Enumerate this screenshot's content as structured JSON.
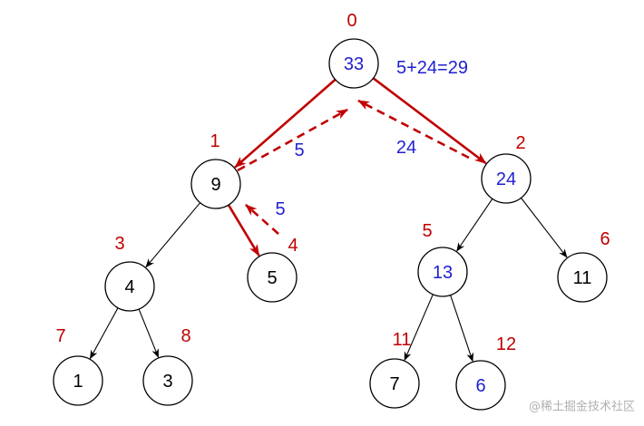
{
  "colors": {
    "index_label": "#c00000",
    "updated_value": "#1f1fd0",
    "plain_value": "#000000",
    "path": "#c00000",
    "edge": "#000000",
    "watermark": "#b0b0b0"
  },
  "nodes": [
    {
      "id": "n0",
      "value": "33",
      "index": "0",
      "updated": true
    },
    {
      "id": "n1",
      "value": "9",
      "index": "1",
      "updated": false
    },
    {
      "id": "n2",
      "value": "24",
      "index": "2",
      "updated": true
    },
    {
      "id": "n3",
      "value": "4",
      "index": "3",
      "updated": false
    },
    {
      "id": "n4",
      "value": "5",
      "index": "4",
      "updated": false
    },
    {
      "id": "n5",
      "value": "13",
      "index": "5",
      "updated": true
    },
    {
      "id": "n6",
      "value": "11",
      "index": "6",
      "updated": false
    },
    {
      "id": "n7",
      "value": "1",
      "index": "7",
      "updated": false
    },
    {
      "id": "n8",
      "value": "3",
      "index": "8",
      "updated": false
    },
    {
      "id": "n11",
      "value": "7",
      "index": "11",
      "updated": false
    },
    {
      "id": "n12",
      "value": "6",
      "index": "12",
      "updated": true
    }
  ],
  "edges": [
    {
      "from": "n0",
      "to": "n1",
      "style": "path-solid"
    },
    {
      "from": "n0",
      "to": "n2",
      "style": "path-solid"
    },
    {
      "from": "n1",
      "to": "n4",
      "style": "path-solid"
    },
    {
      "from": "n1",
      "to": "n3",
      "style": "plain"
    },
    {
      "from": "n2",
      "to": "n5",
      "style": "plain"
    },
    {
      "from": "n2",
      "to": "n6",
      "style": "plain"
    },
    {
      "from": "n3",
      "to": "n7",
      "style": "plain"
    },
    {
      "from": "n3",
      "to": "n8",
      "style": "plain"
    },
    {
      "from": "n5",
      "to": "n11",
      "style": "plain"
    },
    {
      "from": "n5",
      "to": "n12",
      "style": "plain"
    }
  ],
  "return_arrows": [
    {
      "from": "n4",
      "to": "n1",
      "label": "5"
    },
    {
      "from": "n1",
      "to": "n0",
      "label": "5"
    },
    {
      "from": "n2",
      "to": "n0",
      "label": "24"
    }
  ],
  "sum_annotation": "5+24=29",
  "watermark": "@稀土掘金技术社区"
}
